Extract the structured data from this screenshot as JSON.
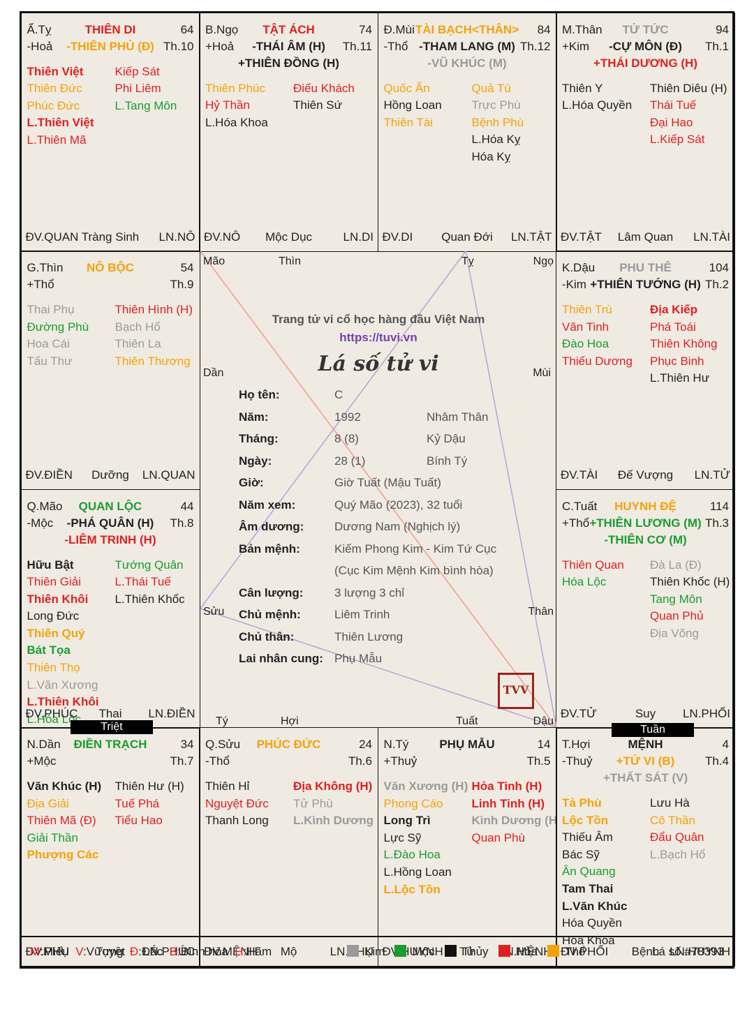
{
  "colors": {
    "Kim": "#9a9a9a",
    "Mộc": "#1a9c2e",
    "Thủy": "#111111",
    "Hỏa": "#e02020",
    "Thổ": "#f5a20a",
    "background": "#efebe3"
  },
  "palaces": [
    {
      "branch": "Ấ.Tỵ",
      "palace": {
        "t": "THIÊN DI",
        "c": "red"
      },
      "age": "64",
      "element": "-Hoả",
      "main": [
        {
          "t": "-THIÊN PHỦ (Đ)",
          "c": "orange"
        }
      ],
      "th": "Th.10",
      "left": [
        {
          "t": "Thiên Việt",
          "c": "red",
          "b": true
        },
        {
          "t": "Thiên Đức",
          "c": "orange"
        },
        {
          "t": "Phúc Đức",
          "c": "orange"
        },
        {
          "t": "L.Thiên Việt",
          "c": "red",
          "b": true
        },
        {
          "t": "L.Thiên Mã",
          "c": "red"
        }
      ],
      "right": [
        {
          "t": "Kiếp Sát",
          "c": "red"
        },
        {
          "t": "Phi Liêm",
          "c": "red"
        },
        {
          "t": "L.Tang Môn",
          "c": "green"
        }
      ],
      "foot": [
        "ĐV.QUAN",
        "Tràng Sinh",
        "LN.NÔ"
      ]
    },
    {
      "branch": "B.Ngọ",
      "palace": {
        "t": "TẬT ÁCH",
        "c": "red"
      },
      "age": "74",
      "element": "+Hoả",
      "main": [
        {
          "t": "-THÁI ÂM (H)",
          "c": "black"
        },
        {
          "t": "+THIÊN ĐỒNG (H)",
          "c": "black"
        }
      ],
      "th": "Th.11",
      "left": [
        {
          "t": "Thiên Phúc",
          "c": "orange"
        },
        {
          "t": "Hỷ Thần",
          "c": "red"
        },
        {
          "t": "L.Hóa Khoa",
          "c": "black"
        }
      ],
      "right": [
        {
          "t": "Điếu Khách",
          "c": "red"
        },
        {
          "t": "Thiên Sứ",
          "c": "black"
        }
      ],
      "foot": [
        "ĐV.NÔ",
        "Mộc Dục",
        "LN.DI"
      ]
    },
    {
      "branch": "Đ.Mùi",
      "palace": {
        "t": "TÀI BẠCH<THÂN>",
        "c": "orange"
      },
      "age": "84",
      "element": "-Thổ",
      "main": [
        {
          "t": "-THAM LANG (M)",
          "c": "black"
        },
        {
          "t": "-VŨ KHÚC (M)",
          "c": "gray"
        }
      ],
      "th": "Th.12",
      "left": [
        {
          "t": "Quốc Ấn",
          "c": "orange"
        },
        {
          "t": "Hồng Loan",
          "c": "black"
        },
        {
          "t": "Thiên Tài",
          "c": "orange"
        }
      ],
      "right": [
        {
          "t": "Quả Tú",
          "c": "orange"
        },
        {
          "t": "Trực Phù",
          "c": "gray"
        },
        {
          "t": "Bệnh Phù",
          "c": "orange"
        },
        {
          "t": "L.Hóa Kỵ",
          "c": "black"
        },
        {
          "t": "Hóa Kỵ",
          "c": "black"
        }
      ],
      "foot": [
        "ĐV.DI",
        "Quan Đới",
        "LN.TẬT"
      ]
    },
    {
      "branch": "M.Thân",
      "palace": {
        "t": "TỬ TỨC",
        "c": "gray"
      },
      "age": "94",
      "element": "+Kim",
      "main": [
        {
          "t": "-CỰ MÔN (Đ)",
          "c": "black"
        },
        {
          "t": "+THÁI DƯƠNG (H)",
          "c": "red"
        }
      ],
      "th": "Th.1",
      "left": [
        {
          "t": "Thiên Y",
          "c": "black"
        },
        {
          "t": "L.Hóa Quyền",
          "c": "black"
        }
      ],
      "right": [
        {
          "t": "Thiên Diêu (H)",
          "c": "black"
        },
        {
          "t": "Thái Tuế",
          "c": "red"
        },
        {
          "t": "Đại Hao",
          "c": "red"
        },
        {
          "t": "L.Kiếp Sát",
          "c": "red"
        }
      ],
      "foot": [
        "ĐV.TẬT",
        "Lâm Quan",
        "LN.TÀI"
      ]
    },
    {
      "branch": "G.Thìn",
      "palace": {
        "t": "NÔ BỘC",
        "c": "orange"
      },
      "age": "54",
      "element": "+Thổ",
      "main": [],
      "th": "Th.9",
      "left": [
        {
          "t": "Thai Phụ",
          "c": "gray"
        },
        {
          "t": "Đường Phù",
          "c": "green"
        },
        {
          "t": "Hoa Cái",
          "c": "gray"
        },
        {
          "t": "Tấu Thư",
          "c": "gray"
        }
      ],
      "right": [
        {
          "t": "Thiên Hình (H)",
          "c": "red"
        },
        {
          "t": "Bạch Hổ",
          "c": "gray"
        },
        {
          "t": "Thiên La",
          "c": "gray"
        },
        {
          "t": "Thiên Thương",
          "c": "orange"
        }
      ],
      "foot": [
        "ĐV.ĐIỀN",
        "Dưỡng",
        "LN.QUAN"
      ]
    },
    {
      "branch": "K.Dậu",
      "palace": {
        "t": "PHU THÊ",
        "c": "gray"
      },
      "age": "104",
      "element": "-Kim",
      "main": [
        {
          "t": "+THIÊN TƯỚNG (H)",
          "c": "black"
        }
      ],
      "th": "Th.2",
      "left": [
        {
          "t": "Thiên Trù",
          "c": "orange"
        },
        {
          "t": "Văn Tinh",
          "c": "red"
        },
        {
          "t": "Đào Hoa",
          "c": "green"
        },
        {
          "t": "Thiếu Dương",
          "c": "red"
        }
      ],
      "right": [
        {
          "t": "Địa Kiếp",
          "c": "red",
          "b": true
        },
        {
          "t": "Phá Toái",
          "c": "red"
        },
        {
          "t": "Thiên Không",
          "c": "red"
        },
        {
          "t": "Phục Binh",
          "c": "red"
        },
        {
          "t": "L.Thiên Hư",
          "c": "black"
        }
      ],
      "foot": [
        "ĐV.TÀI",
        "Đế Vượng",
        "LN.TỬ"
      ]
    },
    {
      "branch": "Q.Mão",
      "palace": {
        "t": "QUAN LỘC",
        "c": "green"
      },
      "age": "44",
      "element": "-Mộc",
      "main": [
        {
          "t": "-PHÁ QUÂN (H)",
          "c": "black"
        },
        {
          "t": "-LIÊM TRINH (H)",
          "c": "red"
        }
      ],
      "th": "Th.8",
      "left": [
        {
          "t": "Hữu Bật",
          "c": "black",
          "b": true
        },
        {
          "t": "Thiên Giải",
          "c": "red"
        },
        {
          "t": "Thiên Khôi",
          "c": "red",
          "b": true
        },
        {
          "t": "Long Đức",
          "c": "black"
        },
        {
          "t": "Thiên Quý",
          "c": "orange",
          "b": true
        },
        {
          "t": "Bát Tọa",
          "c": "green",
          "b": true
        },
        {
          "t": "Thiên Thọ",
          "c": "orange"
        },
        {
          "t": "L.Văn Xương",
          "c": "gray"
        },
        {
          "t": "L.Thiên Khôi",
          "c": "red",
          "b": true
        },
        {
          "t": "L.Hóa Lộc",
          "c": "green"
        }
      ],
      "right": [
        {
          "t": "Tướng Quân",
          "c": "green"
        },
        {
          "t": "L.Thái Tuế",
          "c": "red"
        },
        {
          "t": "L.Thiên Khốc",
          "c": "black"
        }
      ],
      "foot": [
        "ĐV.PHÚC",
        "Thai",
        "LN.ĐIỀN"
      ]
    },
    {
      "branch": "C.Tuất",
      "palace": {
        "t": "HUYNH ĐỆ",
        "c": "orange"
      },
      "age": "114",
      "element": "+Thổ",
      "main": [
        {
          "t": "+THIÊN LƯƠNG (M)",
          "c": "green"
        },
        {
          "t": "-THIÊN CƠ (M)",
          "c": "green"
        }
      ],
      "th": "Th.3",
      "left": [
        {
          "t": "Thiên Quan",
          "c": "red"
        },
        {
          "t": "Hóa Lộc",
          "c": "green"
        }
      ],
      "right": [
        {
          "t": "Đà La (Đ)",
          "c": "gray"
        },
        {
          "t": "Thiên Khốc (H)",
          "c": "black"
        },
        {
          "t": "Tang Môn",
          "c": "green"
        },
        {
          "t": "Quan Phủ",
          "c": "red"
        },
        {
          "t": "Địa Võng",
          "c": "gray"
        }
      ],
      "foot": [
        "ĐV.TỬ",
        "Suy",
        "LN.PHỐI"
      ]
    },
    {
      "branch": "N.Dần",
      "palace": {
        "t": "ĐIỀN TRẠCH",
        "c": "green"
      },
      "age": "34",
      "element": "+Mộc",
      "main": [],
      "th": "Th.7",
      "left": [
        {
          "t": "Văn Khúc (H)",
          "c": "black",
          "b": true
        },
        {
          "t": "Địa Giải",
          "c": "orange"
        },
        {
          "t": "Thiên Mã (Đ)",
          "c": "red"
        },
        {
          "t": "Giải Thần",
          "c": "green"
        },
        {
          "t": "Phượng Các",
          "c": "orange",
          "b": true
        }
      ],
      "right": [
        {
          "t": "Thiên Hư (H)",
          "c": "black"
        },
        {
          "t": "Tuế Phá",
          "c": "red"
        },
        {
          "t": "Tiểu Hao",
          "c": "red"
        }
      ],
      "foot": [
        "ĐV.PHỤ",
        "Tuyệt",
        "LN.PHÚC"
      ]
    },
    {
      "branch": "Q.Sửu",
      "palace": {
        "t": "PHÚC ĐỨC",
        "c": "orange"
      },
      "age": "24",
      "element": "-Thổ",
      "main": [],
      "th": "Th.6",
      "left": [
        {
          "t": "Thiên Hỉ",
          "c": "black"
        },
        {
          "t": "Nguyệt Đức",
          "c": "red"
        },
        {
          "t": "Thanh Long",
          "c": "black"
        }
      ],
      "right": [
        {
          "t": "Địa Không (H)",
          "c": "red",
          "b": true
        },
        {
          "t": "Tử Phù",
          "c": "gray"
        },
        {
          "t": "L.Kình Dương",
          "c": "gray",
          "b": true
        }
      ],
      "foot": [
        "ĐV.MỆNH",
        "Mộ",
        "LN.PHỤ"
      ]
    },
    {
      "branch": "N.Tý",
      "palace": {
        "t": "PHỤ MẪU",
        "c": "black"
      },
      "age": "14",
      "element": "+Thuỷ",
      "main": [],
      "th": "Th.5",
      "left": [
        {
          "t": "Văn Xương (H)",
          "c": "gray",
          "b": true
        },
        {
          "t": "Phong Cáo",
          "c": "orange"
        },
        {
          "t": "Long Trì",
          "c": "black",
          "b": true
        },
        {
          "t": "Lực Sỹ",
          "c": "black"
        },
        {
          "t": "L.Đào Hoa",
          "c": "green"
        },
        {
          "t": "L.Hồng Loan",
          "c": "black"
        },
        {
          "t": "L.Lộc Tồn",
          "c": "orange",
          "b": true
        }
      ],
      "right": [
        {
          "t": "Hỏa Tinh (H)",
          "c": "red",
          "b": true
        },
        {
          "t": "Linh Tinh (H)",
          "c": "red",
          "b": true
        },
        {
          "t": "Kình Dương (H)",
          "c": "gray",
          "b": true
        },
        {
          "t": "Quan Phù",
          "c": "red"
        }
      ],
      "foot": [
        "ĐV.HUYNH",
        "Tử",
        "LN.MỆNH"
      ]
    },
    {
      "branch": "T.Hợi",
      "palace": {
        "t": "MỆNH",
        "c": "black"
      },
      "age": "4",
      "element": "-Thuỷ",
      "main": [
        {
          "t": "+TỬ VI (B)",
          "c": "orange"
        },
        {
          "t": "+THẤT SÁT (V)",
          "c": "gray"
        }
      ],
      "th": "Th.4",
      "left": [
        {
          "t": "Tả Phù",
          "c": "orange",
          "b": true
        },
        {
          "t": "Lộc Tồn",
          "c": "orange",
          "b": true
        },
        {
          "t": "Thiếu Âm",
          "c": "black"
        },
        {
          "t": "Bác Sỹ",
          "c": "black"
        },
        {
          "t": "Ân Quang",
          "c": "green"
        },
        {
          "t": "Tam Thai",
          "c": "black",
          "b": true
        },
        {
          "t": "L.Văn Khúc",
          "c": "black",
          "b": true
        },
        {
          "t": "Hóa Quyền",
          "c": "black"
        },
        {
          "t": "Hóa Khoa",
          "c": "black"
        }
      ],
      "right": [
        {
          "t": "Lưu Hà",
          "c": "black"
        },
        {
          "t": "Cô Thần",
          "c": "orange"
        },
        {
          "t": "Đẩu Quân",
          "c": "red"
        },
        {
          "t": "L.Bạch Hổ",
          "c": "gray"
        }
      ],
      "foot": [
        "ĐV.PHỐI",
        "Bệnh",
        "LN.HUYNH"
      ]
    }
  ],
  "center": {
    "tagline": "Trang tử vi cổ học hàng đầu Việt Nam",
    "url": "https://tuvi.vn",
    "title": "Lá số tử vi",
    "rows": [
      {
        "k": "Họ tên:",
        "v": "C",
        "v2": ""
      },
      {
        "k": "Năm:",
        "v": "1992",
        "v2": "Nhâm Thân"
      },
      {
        "k": "Tháng:",
        "v": "8 (8)",
        "v2": "Kỷ Dậu"
      },
      {
        "k": "Ngày:",
        "v": "28 (1)",
        "v2": "Bính Tý"
      },
      {
        "k": "Giờ:",
        "v": "Giờ Tuất (Mậu Tuất)",
        "v2": ""
      },
      {
        "k": "Năm xem:",
        "v": "Quý Mão (2023), 32 tuổi",
        "v2": ""
      },
      {
        "k": "Âm dương:",
        "v": "Dương Nam (Nghịch lý)",
        "v2": ""
      },
      {
        "k": "Bản mệnh:",
        "v": "Kiếm Phong Kim - Kim Tứ Cục",
        "v2": ""
      },
      {
        "k": "",
        "v": "(Cục Kim Mệnh Kim bình hòa)",
        "v2": ""
      },
      {
        "k": "Cân lượng:",
        "v": "3 lượng 3 chỉ",
        "v2": ""
      },
      {
        "k": "Chủ mệnh:",
        "v": "Liêm Trinh",
        "v2": ""
      },
      {
        "k": "Chủ thân:",
        "v": "Thiên Lương",
        "v2": ""
      },
      {
        "k": "Lai nhân cung:",
        "v": "Phụ Mẫu",
        "v2": ""
      }
    ],
    "corners": [
      "Mão",
      "Thìn",
      "Tỵ",
      "Ngọ",
      "Dần",
      "Mùi",
      "Sửu",
      "Thân",
      "Tý",
      "Hợi",
      "Tuất",
      "Dậu"
    ],
    "seal": "TVV"
  },
  "tags": {
    "triet": "Triệt",
    "tuan": "Tuần"
  },
  "legend": {
    "abbr": [
      {
        "k": "M",
        "v": "Miếu"
      },
      {
        "k": "V",
        "v": "Vượng"
      },
      {
        "k": "Đ",
        "v": "Đắc"
      },
      {
        "k": "B",
        "v": "Bình hòa"
      },
      {
        "k": "H",
        "v": "Hãm"
      }
    ],
    "elements": [
      "Kim",
      "Mộc",
      "Thủy",
      "Hỏa",
      "Thổ"
    ],
    "id": "Lá số #78393"
  }
}
